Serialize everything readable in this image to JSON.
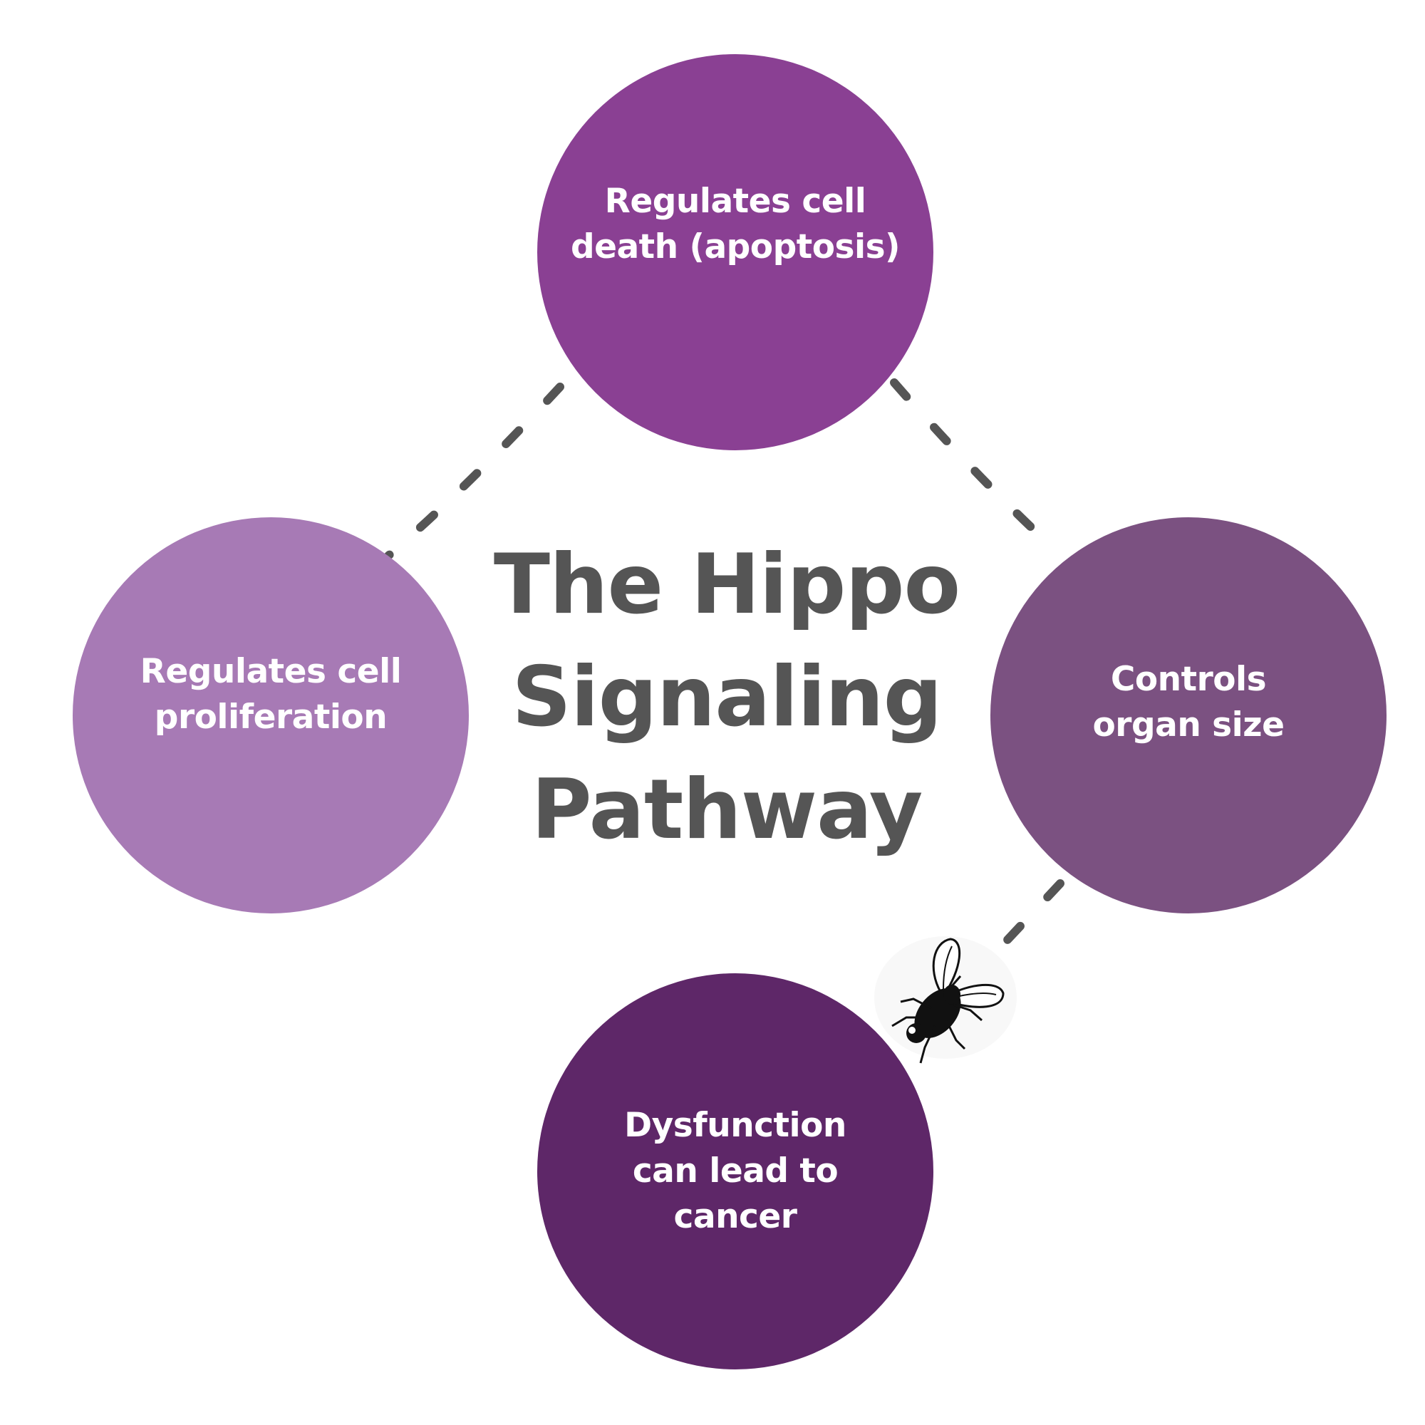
{
  "title": "The Hippo\nSignaling\nPathway",
  "nodes": {
    "top": {
      "label": "Regulates cell\ndeath (apoptosis)",
      "color": "#8a4093"
    },
    "left": {
      "label": "Regulates cell\nproliferation",
      "color": "#a77ab5"
    },
    "right": {
      "label": "Controls\norgan size",
      "color": "#7b5181"
    },
    "bottom": {
      "label": "Dysfunction\ncan lead to\ncancer",
      "color": "#5e2768"
    }
  },
  "colors": {
    "title_text": "#555555",
    "connector": "#555555",
    "node_text": "#ffffff",
    "background": "#ffffff"
  },
  "icons": [
    "fly-icon"
  ]
}
